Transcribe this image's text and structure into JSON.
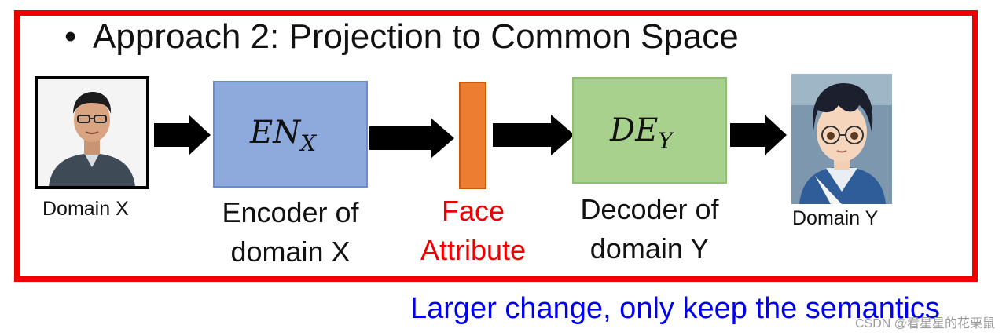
{
  "title": {
    "bullet": "•",
    "text": "Approach 2: Projection to Common Space"
  },
  "domain_x": {
    "label": "Domain X"
  },
  "domain_y": {
    "label": "Domain Y"
  },
  "encoder": {
    "symbol_main": "EN",
    "symbol_sub": "X",
    "caption_line1": "Encoder of",
    "caption_line2": "domain X"
  },
  "face": {
    "caption_line1": "Face",
    "caption_line2": "Attribute"
  },
  "decoder": {
    "symbol_main": "DE",
    "symbol_sub": "Y",
    "caption_line1": "Decoder of",
    "caption_line2": "domain Y"
  },
  "note": "Larger change, only keep the semantics",
  "watermark": "CSDN @看星星的花栗鼠",
  "colors": {
    "frame": "#ee0000",
    "encoder": "#8ea9dc",
    "decoder": "#a9d18e",
    "face_bar": "#ed7d31",
    "face_caption": "#ee0000",
    "note": "#0000ee"
  }
}
